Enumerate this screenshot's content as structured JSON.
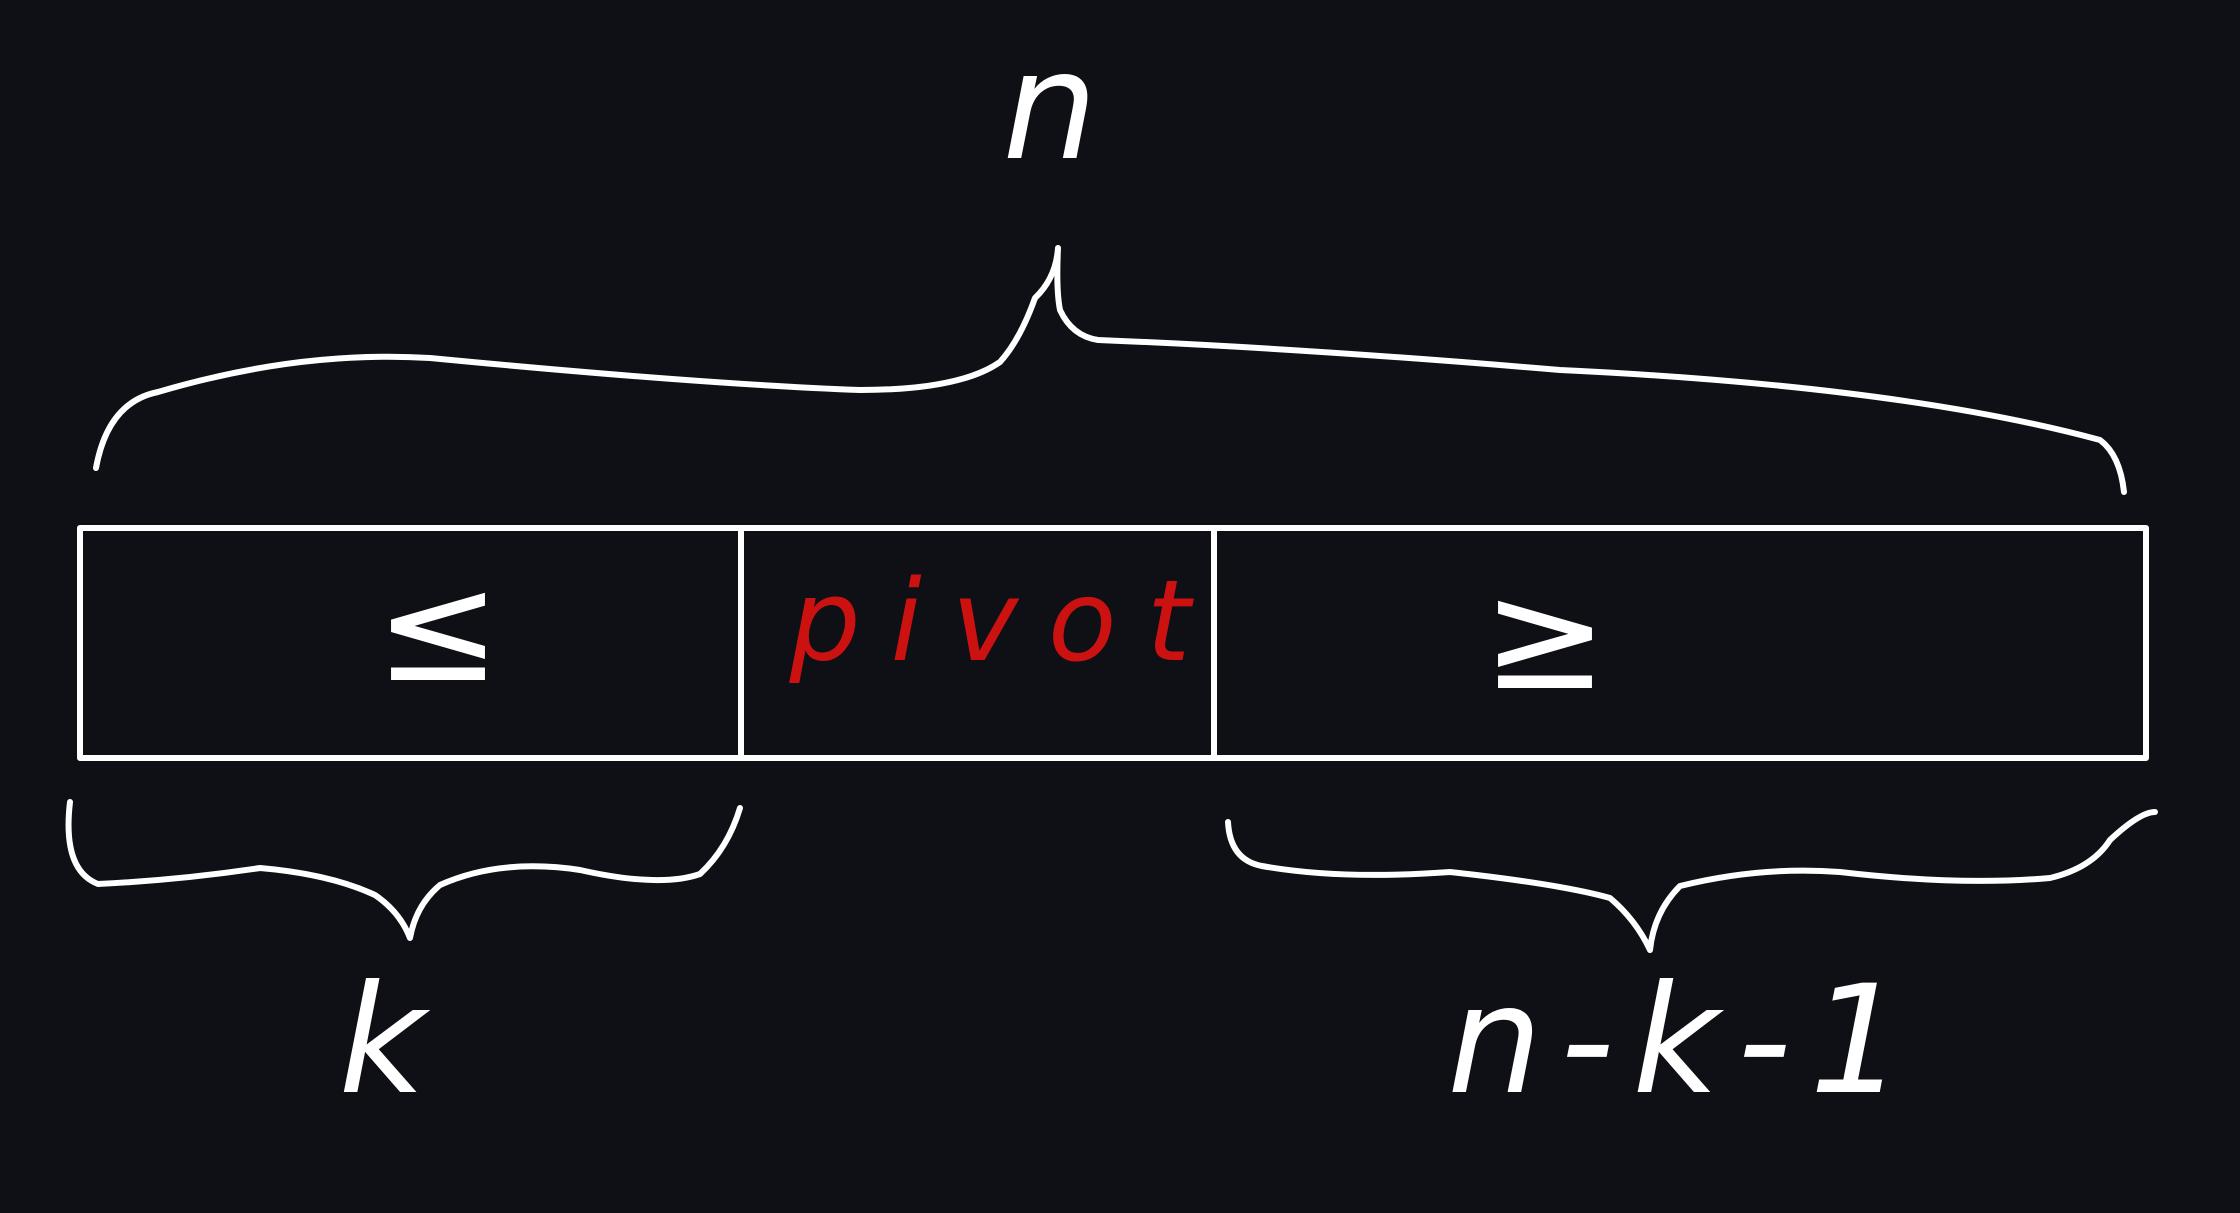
{
  "colors": {
    "background": "#0e1015",
    "ink": "#ffffff",
    "accent": "#cc1111"
  },
  "top_brace": {
    "label": "n"
  },
  "array": {
    "segments": [
      {
        "label": "≤"
      },
      {
        "label": "pivot"
      },
      {
        "label": "≥"
      }
    ]
  },
  "bottom_braces": [
    {
      "label": "k"
    },
    {
      "label": "n-k-1"
    }
  ]
}
